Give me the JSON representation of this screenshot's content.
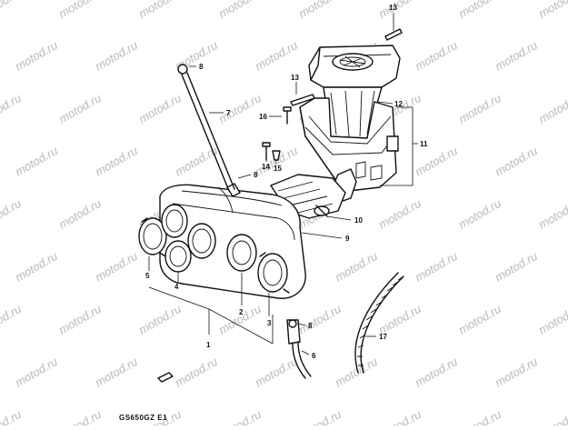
{
  "watermark": {
    "text": "motod.ru"
  },
  "diagram": {
    "code": "GS650GZ E1",
    "callouts": {
      "c1": "1",
      "c2": "2",
      "c3": "3",
      "c4": "4",
      "c5": "5",
      "c6": "6",
      "c7": "7",
      "c8a": "8",
      "c8b": "8",
      "c8c": "8",
      "c9": "9",
      "c10": "10",
      "c11": "11",
      "c12": "12",
      "c13a": "13",
      "c13b": "13",
      "c14": "14",
      "c15": "15",
      "c16": "16",
      "c17": "17"
    }
  }
}
